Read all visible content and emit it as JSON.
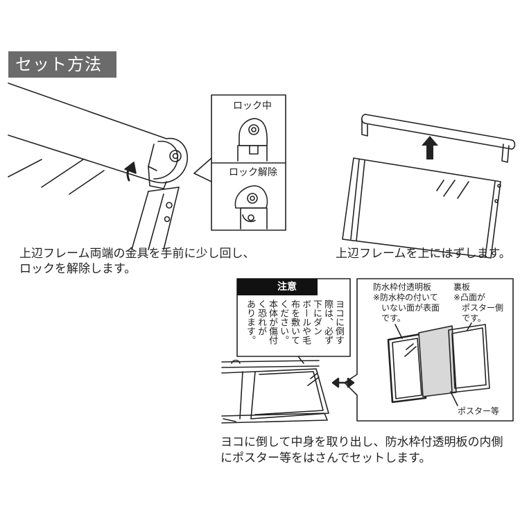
{
  "section": {
    "title": "セット方法"
  },
  "step1": {
    "caption_line1": "上辺フレーム両端の金具を手前に少し回し、",
    "caption_line2": "ロックを解除します。",
    "lock_on": "ロック中",
    "lock_off": "ロック解除"
  },
  "step2": {
    "caption": "上辺フレームを上にはずします。"
  },
  "caution": {
    "title": "注意",
    "columns": [
      "ヨコに倒す",
      "際は、必ず",
      "下にダン",
      "ボールや毛",
      "布を敷いて",
      "ください。",
      "本体が傷付",
      "く恐れが",
      "あります。"
    ]
  },
  "step3": {
    "caption_line1": "ヨコに倒して中身を取り出し、防水枠付透明板の内側",
    "caption_line2": "にポスター等をはさんでセットします。",
    "clear_panel_title": "防水枠付透明板",
    "clear_panel_note": [
      "※防水枠の付いて",
      "いない面が表面",
      "です。"
    ],
    "back_panel_title": "裏板",
    "back_panel_note": [
      "※凸面が",
      "ポスター側",
      "です。"
    ],
    "poster_label": "ポスター等"
  }
}
